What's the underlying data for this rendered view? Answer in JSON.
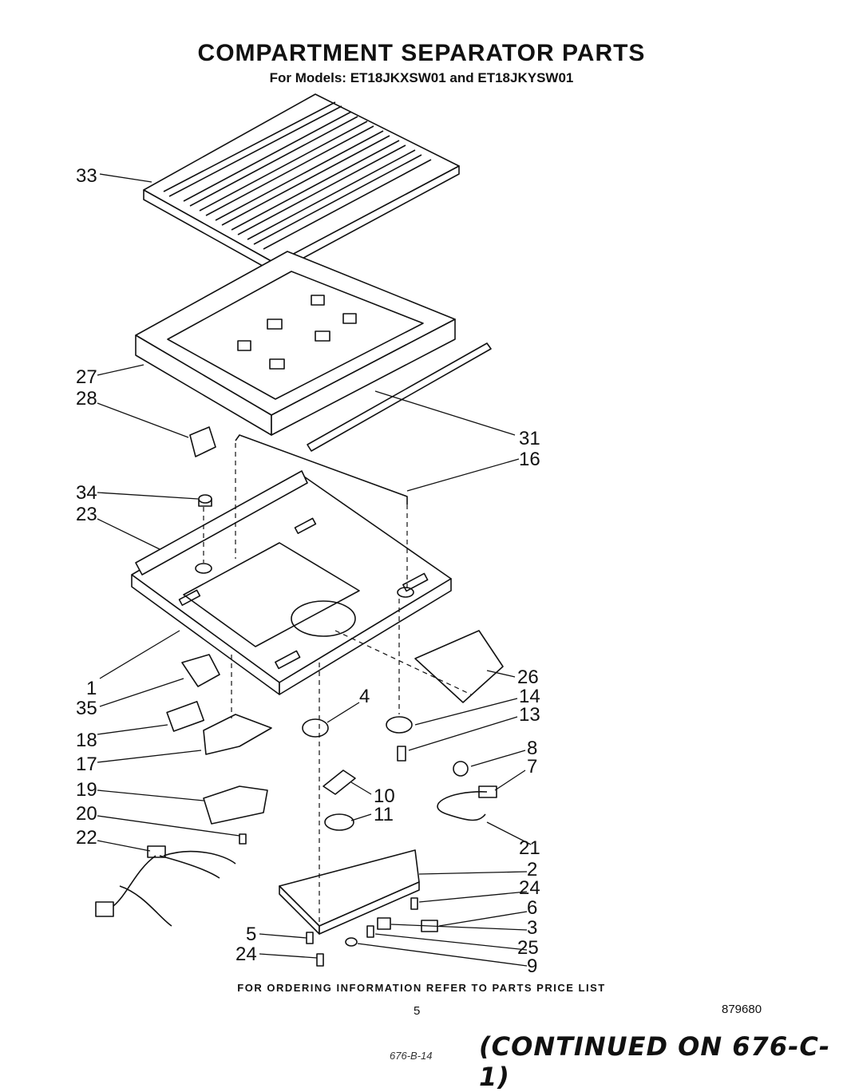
{
  "title": "COMPARTMENT SEPARATOR PARTS",
  "subtitle": "For Models: ET18JKXSW01 and ET18JKYSW01",
  "footer_note": "FOR ORDERING INFORMATION REFER TO PARTS PRICE LIST",
  "page_number": "5",
  "document_number": "879680",
  "handwritten_note": "(CONTINUED ON 676-C-1)",
  "handwritten_scribble": "676-B-14",
  "part_labels": [
    "33",
    "27",
    "28",
    "31",
    "16",
    "34",
    "23",
    "1",
    "26",
    "35",
    "4",
    "14",
    "13",
    "18",
    "17",
    "8",
    "7",
    "19",
    "10",
    "11",
    "20",
    "21",
    "22",
    "2",
    "24",
    "6",
    "5",
    "3",
    "25",
    "24",
    "9"
  ]
}
